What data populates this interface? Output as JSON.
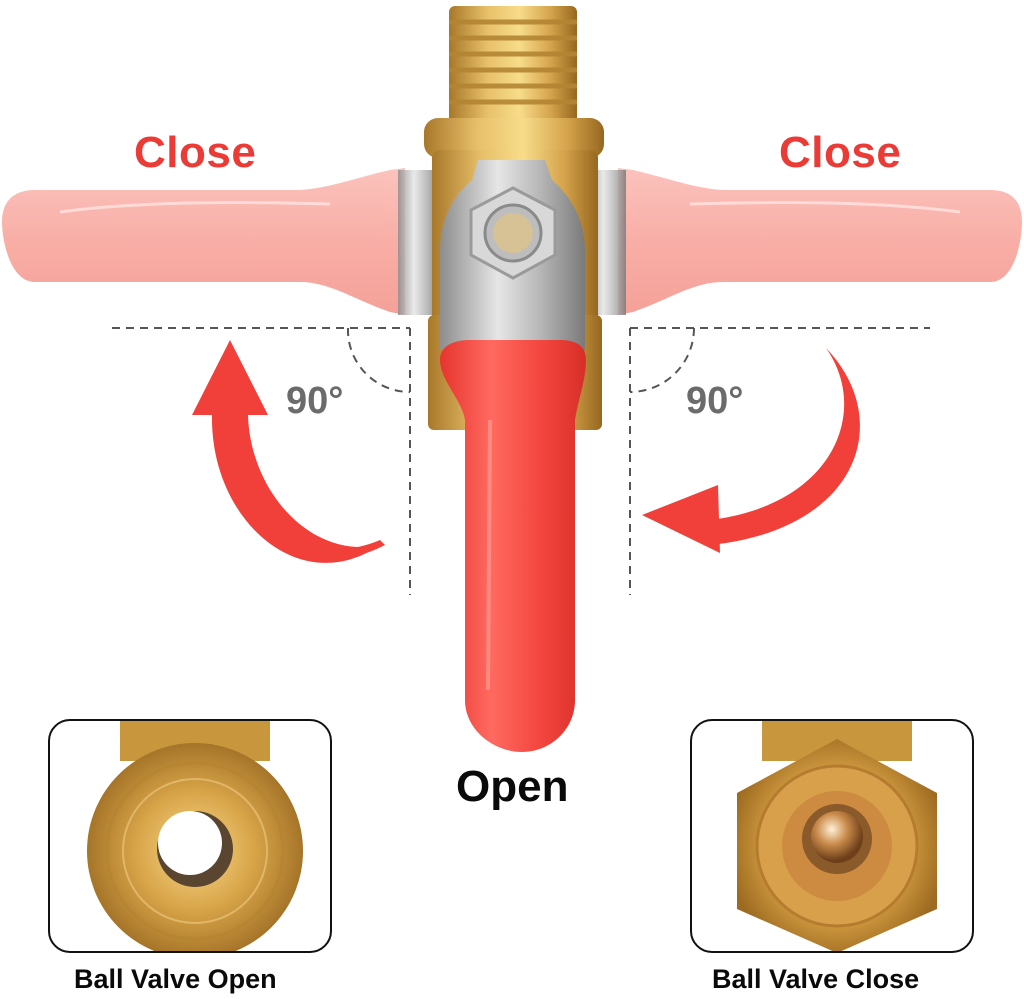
{
  "diagram": {
    "subject": "Brass ball valve with lever handle operation",
    "labels": {
      "close_left": "Close",
      "close_right": "Close",
      "open": "Open",
      "angle_left": "90°",
      "angle_right": "90°"
    },
    "insets": [
      {
        "caption": "Ball Valve Open",
        "state": "open"
      },
      {
        "caption": "Ball Valve Close",
        "state": "closed"
      }
    ],
    "colors": {
      "accent_red": "#ea3b36",
      "handle_open_red": "#f2453e",
      "handle_closed_pink": "#f9aca4",
      "brass": "#d9a84e",
      "brass_dark": "#a8782a",
      "chrome": "#c8c8c8",
      "dashed_line": "#555555",
      "angle_text": "#6b6b6b"
    },
    "icons": {
      "rotate_left_arrow": "curved-arrow-counterclockwise",
      "rotate_right_arrow": "curved-arrow-clockwise"
    }
  }
}
